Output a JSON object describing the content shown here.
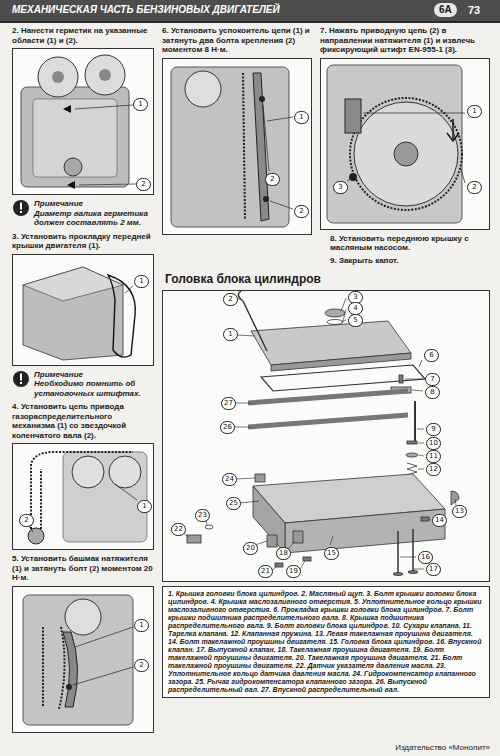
{
  "diagram": {
    "title": "МЕХАНИЧЕСКАЯ ЧАСТЬ БЕНЗИНОВЫХ ДВИГАТЕЛЕЙ",
    "nodes": [
      {
        "text": [
          "6А"
        ]
      },
      {
        "text": [
          "1. Крышка головки блока цилиндров. 2. Масляный щуп. 3. Болт крышки головки блока цилиндров. 4. Крышка маслозаливного отверстия. 5. Уплотнительное кольцо крышки маслозаливного отверстия. 6. Прокладка крышки головки блока цилиндров. 7. Болт крышки подшипника распределительного вала. 8. Крышка подшипника распределительного вала. 9. Болт головки блока цилиндров. 10. Сухари клапана. 11. Тарелка клапана. 12. Клапанная пружина. 13. Левая такелажная проушина двигателя. 14. Болт такелажной проушины двигателя. 15. Головка блока цилиндров. 16. Впускной клапан. 17. Выпускной клапан. 18. Такелажная проушина двигателя. 19. Болт такелажной проушины двигателя. 20. Такелажная проушина двигателя. 21. Болт такелажной проушины двигателя. 22. Датчик указателя давления масла. 23. Уплотнительное кольцо датчика давления масла. 24. Гидрокомпенсатор клапанного зазора. 25. Рычаг гидрокомпенсатора клапанного зазора. 26. Выпускной распределительный вал. 27. Впускной распределительный вал."
        ]
      }
    ],
    "labels": [
      "73",
      "2. Нанести герметик на указанные области (1) и (2).",
      "1",
      "2",
      "Примечание",
      "Диаметр валика герметика должен составлять 2 мм.",
      "3. Установить прокладку передней крышки двигателя (1).",
      "1",
      "Примечание",
      "Необходимо помнить об установочных штифтах.",
      "4. Установить цепь привода газораспределительного механизма (1) со звездочкой коленчатого вала (2).",
      "1",
      "2",
      "5. Установить башмак натяжителя (1) и затянуть болт (2) моментом 20 Н·м.",
      "1",
      "2",
      "6. Установить успокоитель цепи (1) и затянуть два болта крепления (2) моментом 8 Н·м.",
      "1",
      "2",
      "2",
      "7. Нажать приводную цепь (2) в направлении натяжителя (1) и извлечь фиксирующий штифт EN-955-1 (3).",
      "1",
      "2",
      "3",
      "8. Установить переднюю крышку с масляным насосом.",
      "9. Закрыть капот.",
      "Головка блока цилиндров",
      "2",
      "3",
      "4",
      "5",
      "1",
      "6",
      "7",
      "8",
      "9",
      "27",
      "26",
      "10",
      "11",
      "12",
      "24",
      "13",
      "14",
      "15",
      "16",
      "17",
      "18",
      "19",
      "20",
      "21",
      "22",
      "23",
      "25",
      "Издательство «Монолит»"
    ]
  }
}
